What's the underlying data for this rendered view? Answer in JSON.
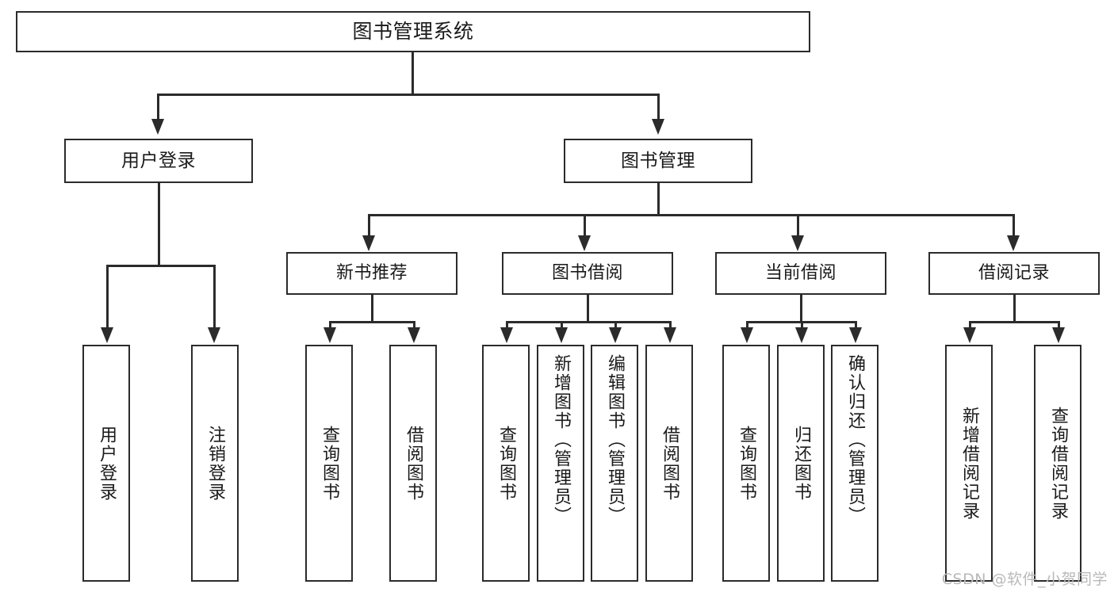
{
  "diagram": {
    "title": "图书管理系统",
    "root": {
      "label": "图书管理系统"
    },
    "level1": [
      {
        "label": "用户登录"
      },
      {
        "label": "图书管理"
      }
    ],
    "level2": [
      {
        "label": "新书推荐"
      },
      {
        "label": "图书借阅"
      },
      {
        "label": "当前借阅"
      },
      {
        "label": "借阅记录"
      }
    ],
    "leaves": {
      "user_login": [
        {
          "label": "用户登录"
        },
        {
          "label": "注销登录"
        }
      ],
      "new_book_recommend": [
        {
          "label": "查询图书"
        },
        {
          "label": "借阅图书"
        }
      ],
      "book_borrow": [
        {
          "label": "查询图书"
        },
        {
          "label": "新增图书（管理员）"
        },
        {
          "label": "编辑图书（管理员）"
        },
        {
          "label": "借阅图书"
        }
      ],
      "current_borrow": [
        {
          "label": "查询图书"
        },
        {
          "label": "归还图书"
        },
        {
          "label": "确认归还（管理员）"
        }
      ],
      "borrow_record": [
        {
          "label": "新增借阅记录"
        },
        {
          "label": "查询借阅记录"
        }
      ]
    }
  },
  "watermark": {
    "text": "CSDN @软件_小贺同学"
  },
  "colors": {
    "stroke": "#2b2b2b",
    "text": "#1a1a1a",
    "background": "#ffffff",
    "watermark": "#b9b9b9"
  }
}
